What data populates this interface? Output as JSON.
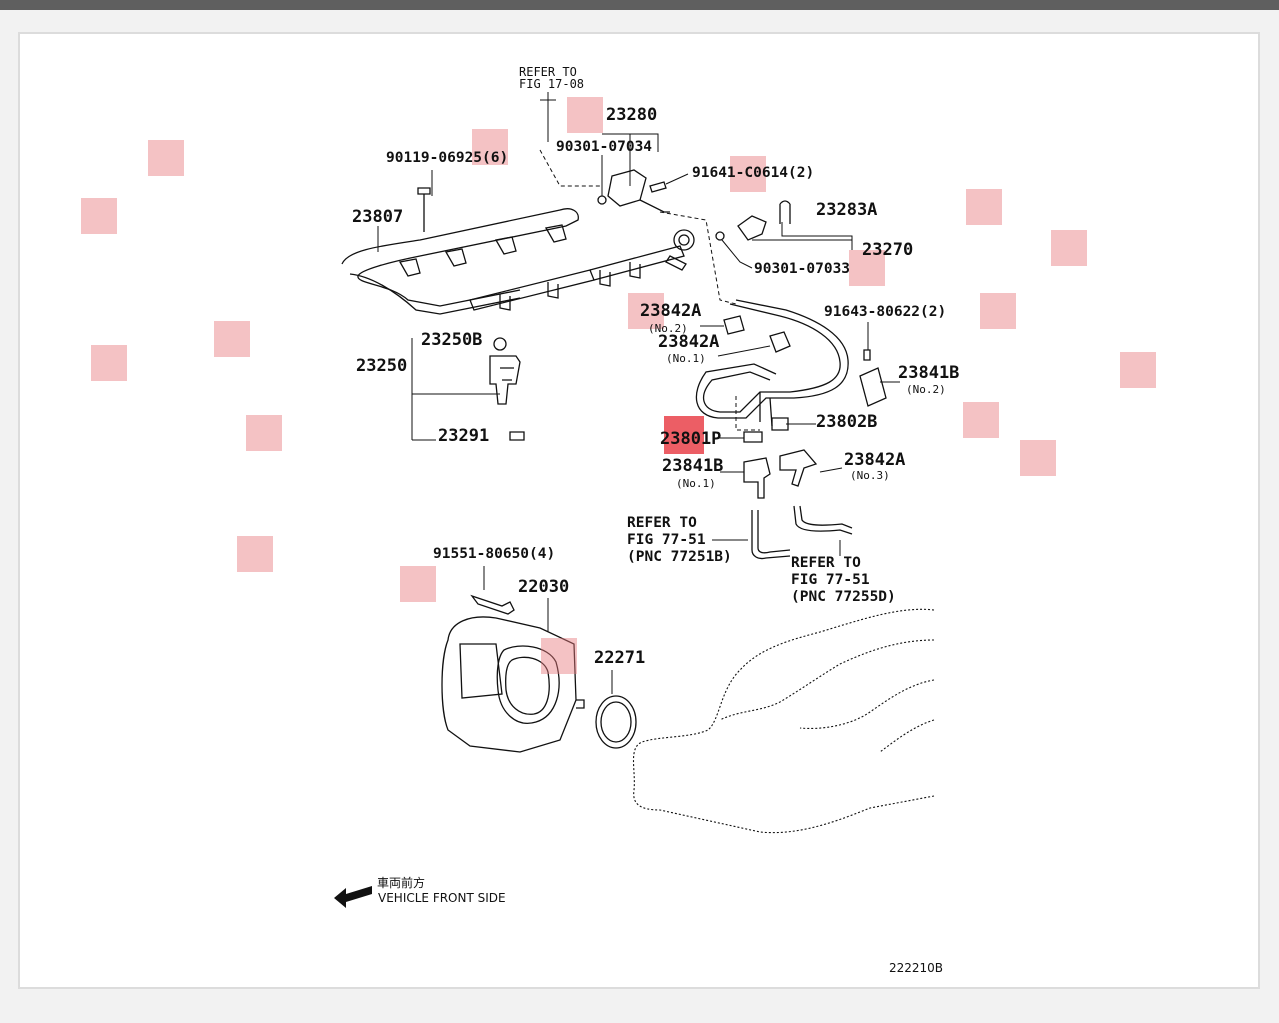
{
  "diagram": {
    "labels": {
      "refer_17_08_a": "REFER TO",
      "refer_17_08_b": "FIG 17-08",
      "p23280": "23280",
      "p90301_07034": "90301-07034",
      "p90119": "90119-06925(6)",
      "p91641": "91641-C0614(2)",
      "p23807": "23807",
      "p23283A": "23283A",
      "p23270": "23270",
      "p90301_07033": "90301-07033",
      "p23842A_2": "23842A",
      "no2_a": "(No.2)",
      "p91643": "91643-80622(2)",
      "p23842A_1": "23842A",
      "no1_a": "(No.1)",
      "p23250B": "23250B",
      "p23250": "23250",
      "p23841B_2": "23841B",
      "no2_b": "(No.2)",
      "p23291": "23291",
      "p23801P": "23801P",
      "p23802B": "23802B",
      "p23841B_1": "23841B",
      "no1_b": "(No.1)",
      "p23842A_3": "23842A",
      "no3": "(No.3)",
      "refer_77251B_a": "REFER TO",
      "refer_77251B_b": "FIG 77-51",
      "refer_77251B_c": "(PNC 77251B)",
      "refer_77255D_a": "REFER TO",
      "refer_77255D_b": "FIG 77-51",
      "refer_77255D_c": "(PNC 77255D)",
      "p91551": "91551-80650(4)",
      "p22030": "22030",
      "p22271": "22271",
      "front_jp": "車両前方",
      "front_en": "VEHICLE FRONT SIDE",
      "figure_code": "222210B"
    },
    "colors": {
      "highlight": "#e6787d",
      "highlight_active": "#e62832",
      "line": "#111111"
    },
    "icons": [
      "front-arrow-icon"
    ]
  }
}
